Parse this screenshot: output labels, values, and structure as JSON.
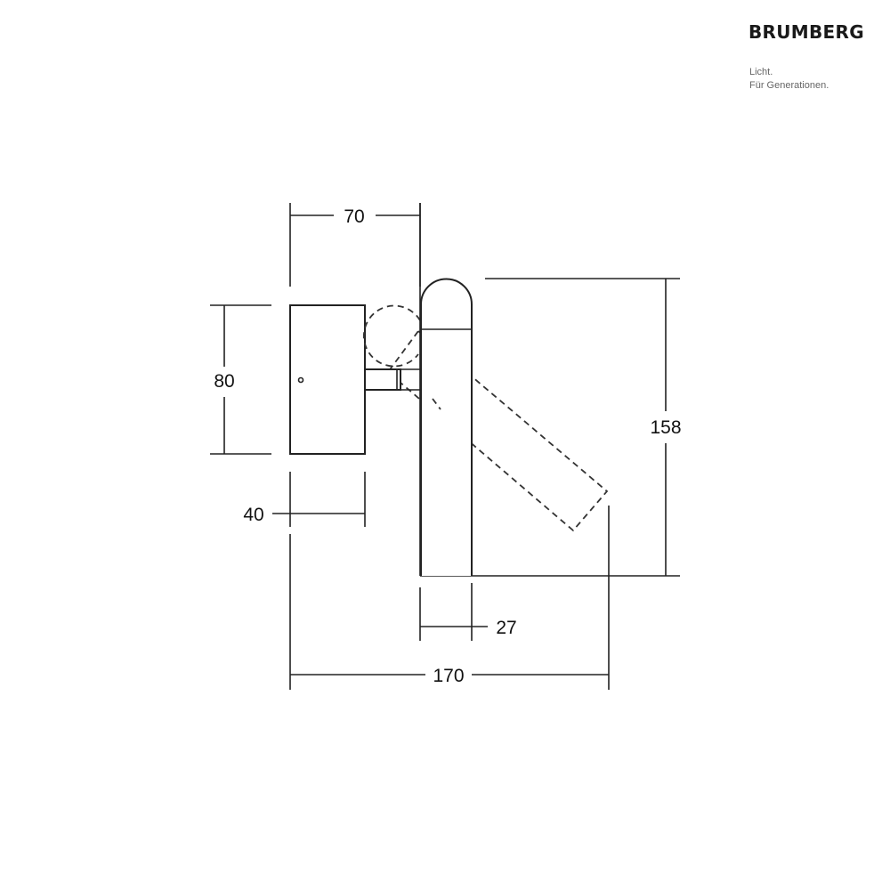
{
  "brand": {
    "name": "BRUMBERG",
    "tagline_1": "Licht.",
    "tagline_2": "Für Generationen."
  },
  "dimensions": {
    "width_top": "70",
    "height_left": "80",
    "depth_bottom_left": "40",
    "height_right": "158",
    "depth_base": "27",
    "total_width": "170"
  },
  "colors": {
    "line": "#222222",
    "background": "#ffffff"
  }
}
